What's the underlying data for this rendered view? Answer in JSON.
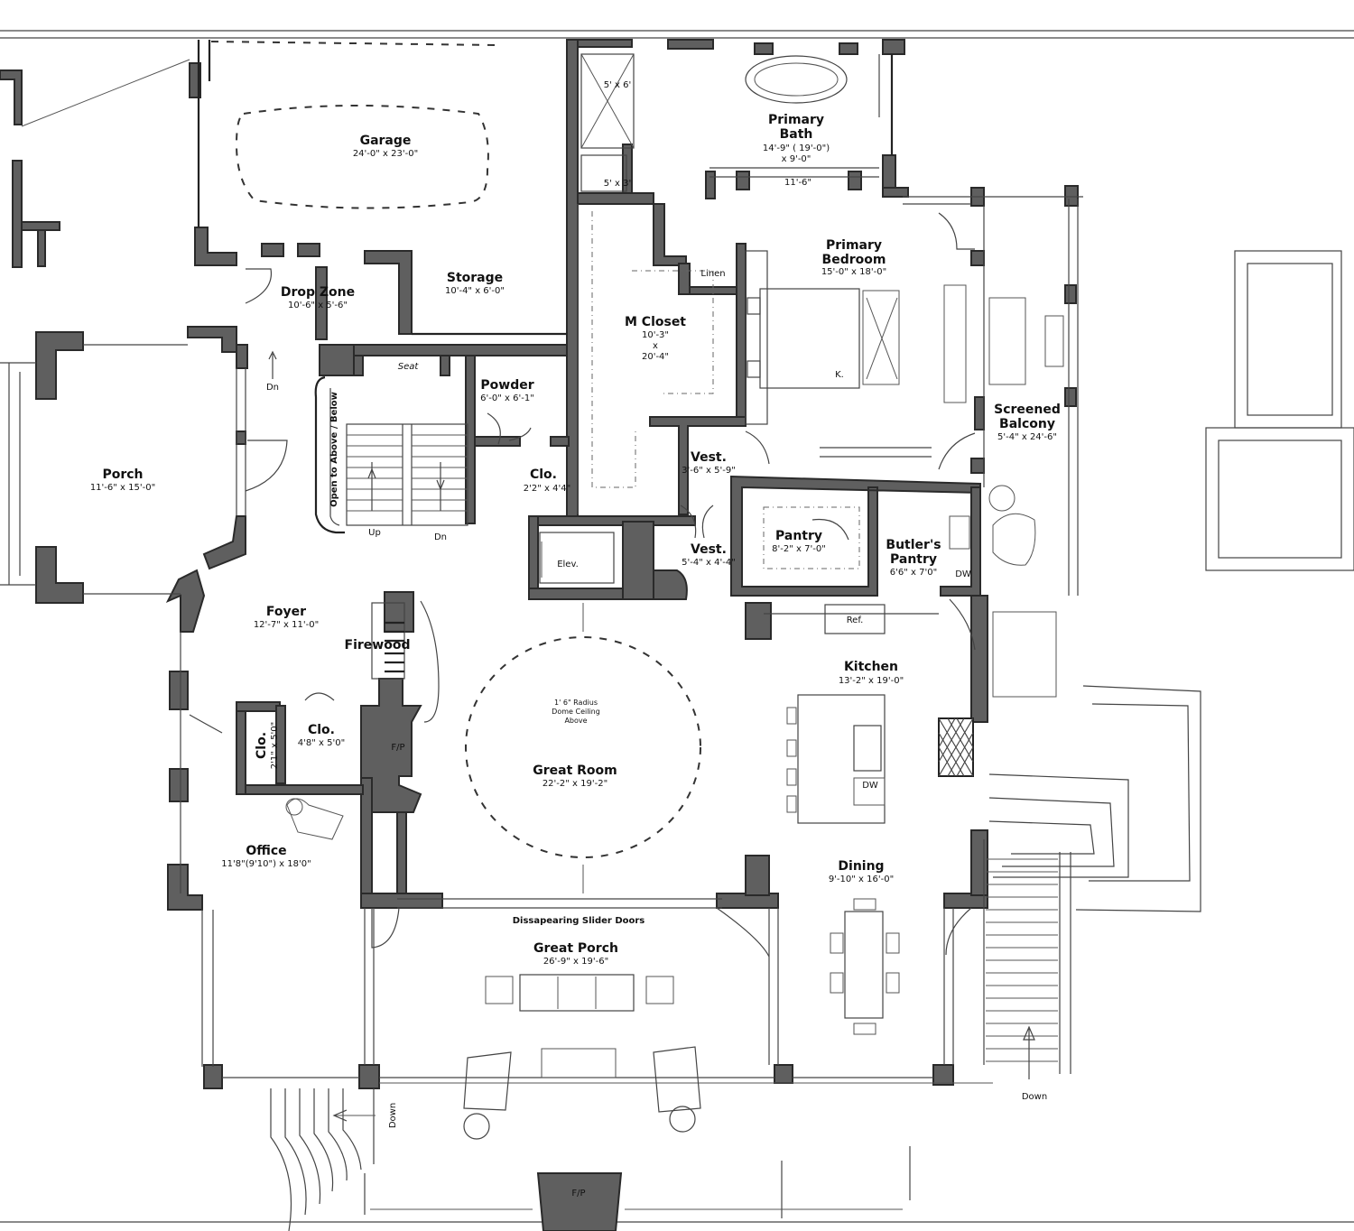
{
  "rooms": {
    "garage": {
      "name": "Garage",
      "dim": "24'-0\" x 23'-0\""
    },
    "primary_bath": {
      "name1": "Primary",
      "name2": "Bath",
      "dim1": "14'-9\" ( 19'-0\")",
      "dim2": "x 9'-0\"",
      "width": "11'-6\"",
      "shower": "5' x 6'",
      "wc": "5' x 3'"
    },
    "primary_bedroom": {
      "name1": "Primary",
      "name2": "Bedroom",
      "dim": "15'-0\" x 18'-0\"",
      "bed": "K."
    },
    "storage": {
      "name": "Storage",
      "dim": "10'-4\" x 6'-0\""
    },
    "drop_zone": {
      "name": "Drop Zone",
      "dim": "10'-6\" x 5'-6\""
    },
    "linen": {
      "name": "Linen"
    },
    "m_closet": {
      "name": "M Closet",
      "dim1": "10'-3\"",
      "dim2": "x",
      "dim3": "20'-4\""
    },
    "powder": {
      "name": "Powder",
      "dim": "6'-0\" x 6'-1\""
    },
    "porch": {
      "name": "Porch",
      "dim": "11'-6\" x 15'-0\""
    },
    "screened_balcony": {
      "name1": "Screened",
      "name2": "Balcony",
      "dim": "5'-4\" x 24'-6\""
    },
    "vest_upper": {
      "name": "Vest.",
      "dim": "3'-6\" x 5'-9\""
    },
    "vest_lower": {
      "name": "Vest.",
      "dim": "5'-4\" x 4'-4\""
    },
    "clo_small": {
      "name": "Clo.",
      "dim": "2'2\" x 4'4\""
    },
    "pantry": {
      "name": "Pantry",
      "dim": "8'-2\" x 7'-0\""
    },
    "butlers_pantry": {
      "name1": "Butler's",
      "name2": "Pantry",
      "dim": "6'6\" x 7'0\""
    },
    "foyer": {
      "name": "Foyer",
      "dim": "12'-7\" x 11'-0\""
    },
    "kitchen": {
      "name": "Kitchen",
      "dim": "13'-2\" x 19'-0\""
    },
    "great_room": {
      "name": "Great Room",
      "dim": "22'-2\" x 19'-2\""
    },
    "clo_foyer": {
      "name": "Clo.",
      "dim": "4'8\" x 5'0\""
    },
    "clo_foyer_small": {
      "name": "Clo.",
      "dim": "2'1\" x 5'0\""
    },
    "office": {
      "name": "Office",
      "dim": "11'8\"(9'10\") x 18'0\""
    },
    "dining": {
      "name": "Dining",
      "dim": "9'-10\" x 16'-0\""
    },
    "great_porch": {
      "name": "Great Porch",
      "dim": "26'-9\" x 19'-6\""
    }
  },
  "labels": {
    "seat": "Seat",
    "open_to_above": "Open to Above / Below",
    "up": "Up",
    "dn_stair": "Dn",
    "dn_drop": "Dn",
    "elev": "Elev.",
    "ref": "Ref.",
    "dw_butler": "DW",
    "dw_kitchen": "DW",
    "firewood": "Firewood",
    "fp_great_room": "F/P",
    "fp_porch": "F/P",
    "dome1": "1' 6\" Radius",
    "dome2": "Dome Ceiling",
    "dome3": "Above",
    "slider_doors": "Dissapearing Slider Doors",
    "down_right": "Down",
    "down_left": "Down"
  }
}
